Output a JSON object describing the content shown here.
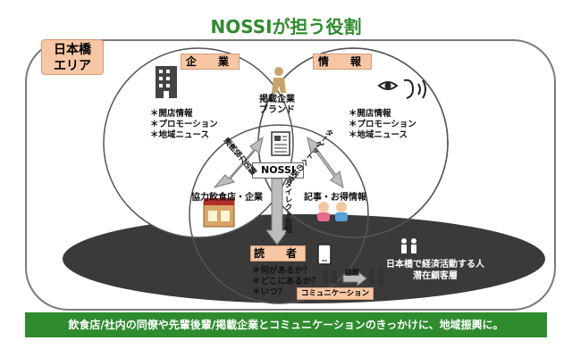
{
  "title": "NOSSIが担う役割",
  "area_label": "日本橋\nエリア",
  "circles": {
    "company": {
      "heading": "企　業",
      "bullets": [
        "＊開店情報",
        "＊プロモーション",
        "＊地域ニュース"
      ],
      "icon": "building-icon"
    },
    "info": {
      "heading": "情　報",
      "bullets": [
        "＊開店情報",
        "＊プロモーション",
        "＊地域ニュース"
      ],
      "icon": "eye-ear-icon"
    },
    "reader": {
      "heading": "読　者",
      "bullets": [
        "＊何があるか？",
        "＊どこにあるか？",
        "＊いつ？"
      ],
      "icon": "smartphone-icon"
    }
  },
  "center": {
    "label": "NOSSI",
    "top_label": "掲載企業\nブランド",
    "left_label": "協力飲食店・企業",
    "right_label": "記事・お得情報",
    "arrow_left_text": "連携協力店舗",
    "arrow_right_text": "ターゲットへの訴求",
    "arrow_down_text": "ダイレクト告知"
  },
  "ellipse_label": "日本橋で経済活動する人\n潜在顧客層",
  "topic_label": "話題",
  "communication_label": "コミュニケーション",
  "footer": "飲食店/社内の同僚や先輩後輩/掲載企業とコミュニケーションのきっかけに、地域振興に。",
  "colors": {
    "title_green": "#2e8b2e",
    "footer_green": "#2e8b2e",
    "label_peach": "#f7c7a5",
    "ellipse_dark": "#3a3a3a"
  }
}
